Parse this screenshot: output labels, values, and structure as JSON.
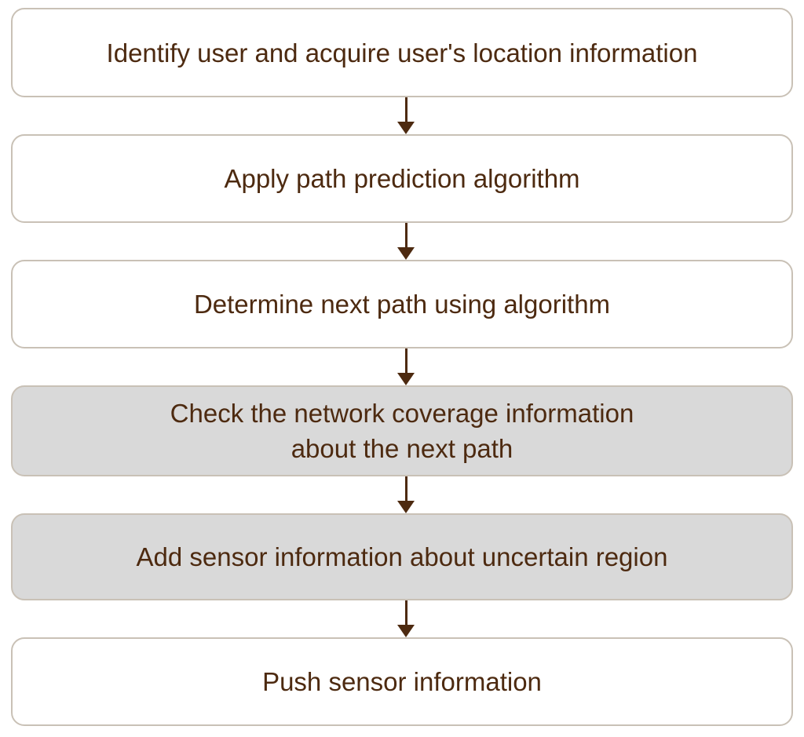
{
  "diagram": {
    "type": "flowchart",
    "direction": "top-down",
    "steps": [
      {
        "id": 1,
        "label": "Identify user and acquire user's location information",
        "variant": "white"
      },
      {
        "id": 2,
        "label": "Apply path prediction algorithm",
        "variant": "white"
      },
      {
        "id": 3,
        "label": "Determine next path using algorithm",
        "variant": "white"
      },
      {
        "id": 4,
        "label": "Check the network coverage information\nabout the next path",
        "variant": "gray"
      },
      {
        "id": 5,
        "label": "Add sensor information about uncertain region",
        "variant": "gray"
      },
      {
        "id": 6,
        "label": "Push sensor information",
        "variant": "white"
      }
    ],
    "connectors": [
      {
        "from": 1,
        "to": 2,
        "style": "arrow-down"
      },
      {
        "from": 2,
        "to": 3,
        "style": "arrow-down"
      },
      {
        "from": 3,
        "to": 4,
        "style": "arrow-down"
      },
      {
        "from": 4,
        "to": 5,
        "style": "arrow-down"
      },
      {
        "from": 5,
        "to": 6,
        "style": "arrow-down"
      }
    ],
    "colors": {
      "text": "#4d2a10",
      "arrow": "#4d2a10",
      "box_border": "#c9c1b6",
      "gray_fill": "#d9d9d9",
      "white_fill": "#ffffff",
      "background": "#ffffff"
    }
  }
}
